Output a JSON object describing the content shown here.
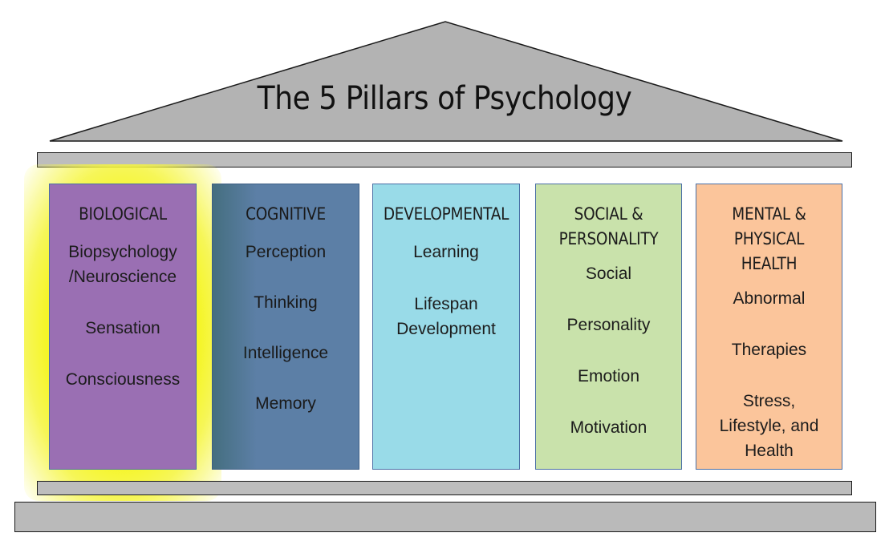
{
  "title": "The 5 Pillars of Psychology",
  "colors": {
    "roof": "#b3b3b3",
    "beam": "#bdbdbd",
    "highlight": "#f5f528",
    "biological": "#9a6fb3",
    "cognitive": "#5c7fa6",
    "developmental": "#99dbe8",
    "social_personality": "#c9e2ab",
    "mental_physical_health": "#fbc59b"
  },
  "pillars": [
    {
      "heading": "BIOLOGICAL",
      "items": [
        "Biopsychology\n/Neuroscience",
        "Sensation",
        "Consciousness"
      ]
    },
    {
      "heading": "COGNITIVE",
      "items": [
        "Perception",
        "Thinking",
        "Intelligence",
        "Memory"
      ]
    },
    {
      "heading": "DEVELOPMENTAL",
      "items": [
        "Learning",
        "Lifespan\nDevelopment"
      ]
    },
    {
      "heading": "SOCIAL &\nPERSONALITY",
      "items": [
        "Social",
        "Personality",
        "Emotion",
        "Motivation"
      ]
    },
    {
      "heading": "MENTAL &\nPHYSICAL HEALTH",
      "items": [
        "Abnormal",
        "Therapies",
        "Stress,\nLifestyle, and\nHealth"
      ]
    }
  ]
}
